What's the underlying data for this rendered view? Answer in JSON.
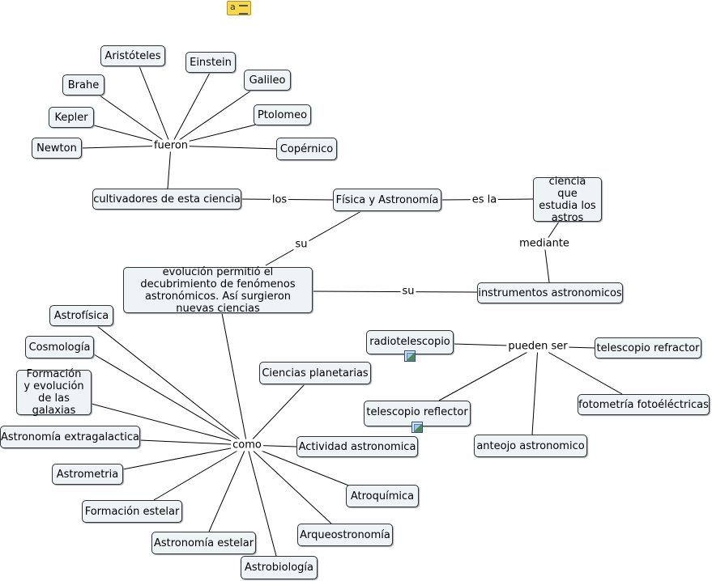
{
  "concepts": {
    "aristoteles": "Aristóteles",
    "einstein": "Einstein",
    "brahe": "Brahe",
    "galileo": "Galileo",
    "kepler": "Kepler",
    "ptolomeo": "Ptolomeo",
    "newton": "Newton",
    "copernico": "Copérnico",
    "cultivadores": "cultivadores de esta ciencia",
    "fisica_astronomia": "Física y Astronomía",
    "ciencia_estudia": "ciencia que estudia los astros",
    "evolucion": "evolución permitió el decubrimiento de fenómenos astronómicos. Así surgieron nuevas ciencias",
    "instrumentos": "instrumentos astronomicos",
    "radiotelescopio": "radiotelescopio",
    "telescopio_refractor": "telescopio refractor",
    "telescopio_reflector": "telescopio reflector",
    "fotometria": "fotometría fotoéléctricas",
    "anteojo": "anteojo astronomico",
    "astrofisica": "Astrofísica",
    "cosmologia": "Cosmología",
    "formacion_galaxias": "Formación y evolución de las galaxias",
    "ciencias_planetarias": "Ciencias planetarias",
    "extragalactica": "Astronomía extragalactica",
    "actividad": "Actividad astronomica",
    "astrometria": "Astrometria",
    "atroquimica": "Atroquímica",
    "formacion_estelar": "Formación estelar",
    "arqueostronomia": "Arqueostronomía",
    "astronomia_estelar": "Astronomía estelar",
    "astrobiologia": "Astrobiología"
  },
  "linking_phrases": {
    "fueron": "fueron",
    "los": "los",
    "es_la": "es la",
    "mediante": "mediante",
    "su_1": "su",
    "su_2": "su",
    "pueden_ser": "pueden ser",
    "como": "como"
  },
  "icons": {
    "note": "note-icon",
    "image": "image-icon"
  }
}
